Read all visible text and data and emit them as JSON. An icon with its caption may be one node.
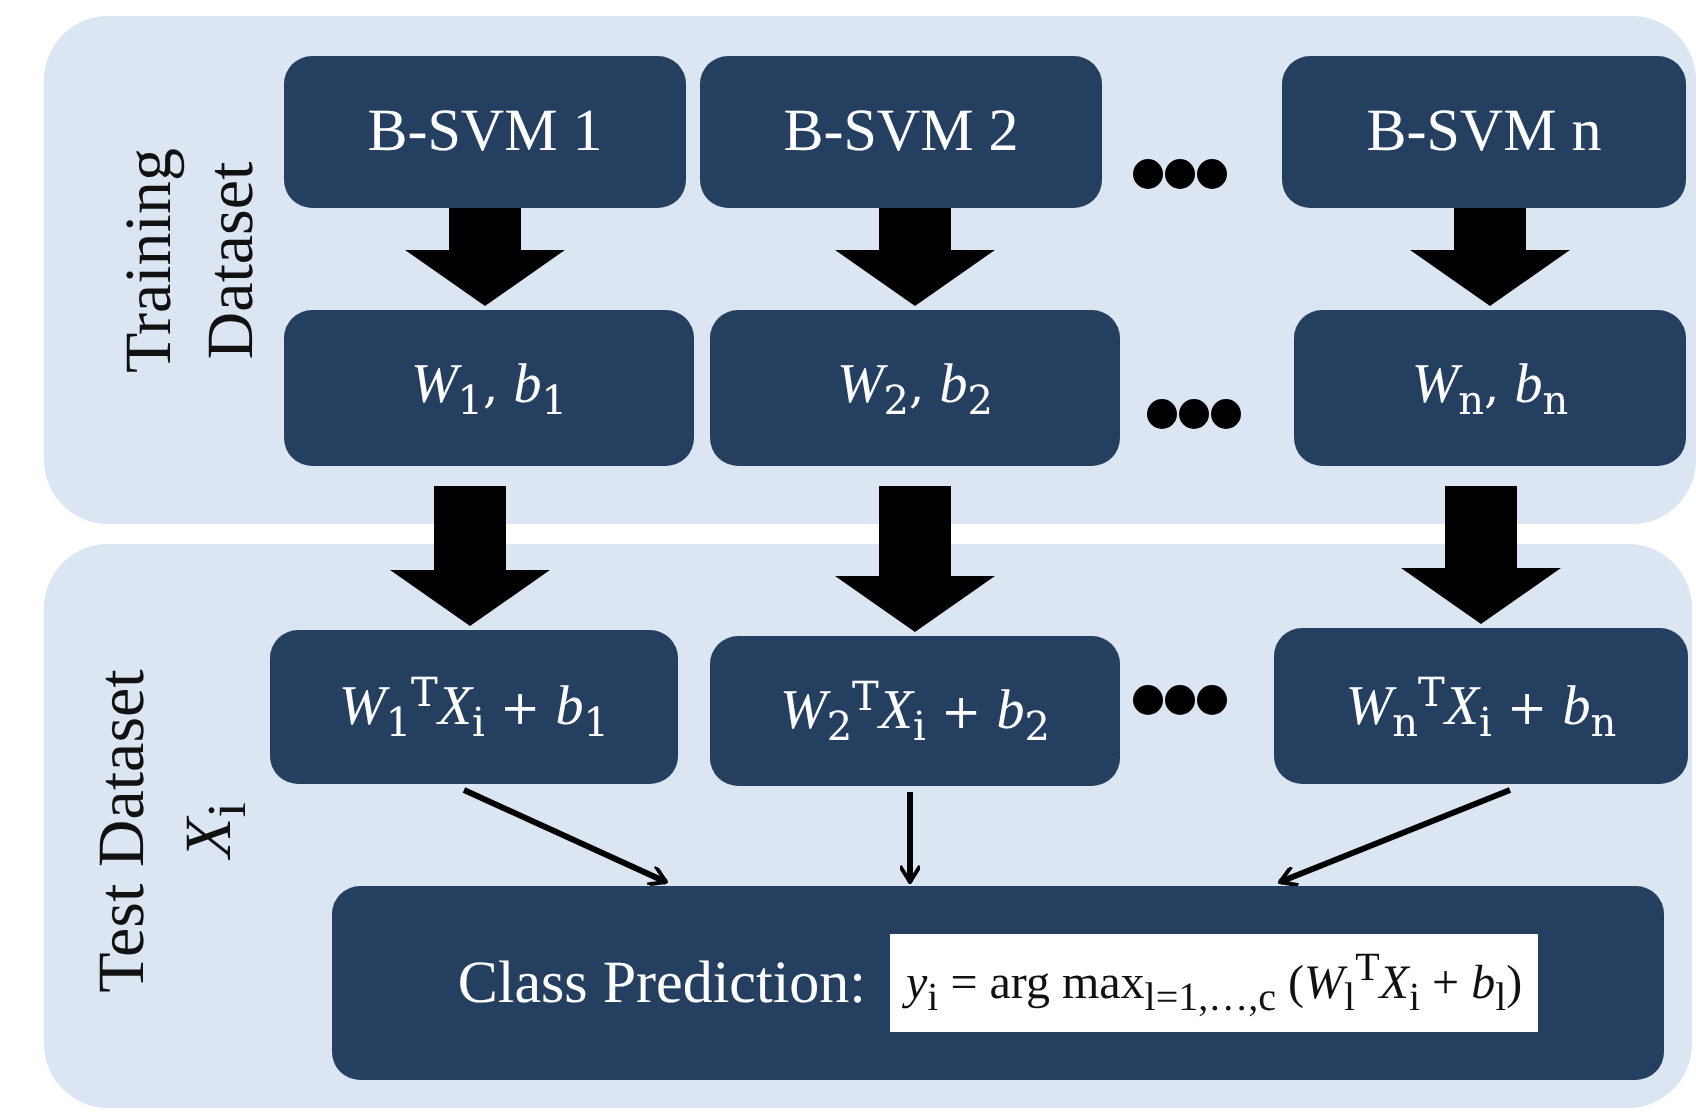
{
  "diagram": {
    "nodes": [
      {
        "text": [
          "Training Dataset"
        ]
      },
      {
        "text": [
          "Test Dataset",
          "*X*$_{i}$"
        ]
      },
      {
        "text": [
          "B-SVM 1"
        ],
        "in": 0
      },
      {
        "text": [
          "B-SVM 2"
        ],
        "in": 0
      },
      {
        "text": [
          "B-SVM n"
        ],
        "in": 0
      },
      {
        "text": [
          "*W*$_{1}$, *b*$_{1}$"
        ],
        "in": 0
      },
      {
        "text": [
          "*W*$_{2}$, *b*$_{2}$"
        ],
        "in": 0
      },
      {
        "text": [
          "*W*$_{n}$, *b*$_{n}$"
        ],
        "in": 0
      },
      {
        "text": [
          "*W*$_{1}$$^{T}$*X*$_{i}$ +  *b*$_{1}$"
        ],
        "in": 1
      },
      {
        "text": [
          "*W*$_{2}$$^{T}$*X*$_{i}$ +  *b*$_{2}$"
        ],
        "in": 1
      },
      {
        "text": [
          "*W*$_{n}$$^{T}$*X*$_{i}$ +  *b*$_{n}$"
        ],
        "in": 1
      },
      {
        "text": [
          "Class Prediction:",
          "*y*$_{i}$ = arg max$_{l=1,…,c}$ (*W*$_{l}$$^{T}$*X*$_{i}$ + *b*$_{l}$)"
        ],
        "in": 1
      }
    ],
    "edges": [
      {
        "from": 2,
        "to": 5,
        "arrow": "to",
        "style": "thick"
      },
      {
        "from": 3,
        "to": 6,
        "arrow": "to",
        "style": "thick"
      },
      {
        "from": 4,
        "to": 7,
        "arrow": "to",
        "style": "thick"
      },
      {
        "from": 5,
        "to": 8,
        "arrow": "to",
        "style": "thick"
      },
      {
        "from": 6,
        "to": 9,
        "arrow": "to",
        "style": "thick"
      },
      {
        "from": 7,
        "to": 10,
        "arrow": "to",
        "style": "thick"
      },
      {
        "from": 8,
        "to": 11,
        "arrow": "to"
      },
      {
        "from": 9,
        "to": 11,
        "arrow": "to"
      },
      {
        "from": 10,
        "to": 11,
        "arrow": "to"
      }
    ]
  }
}
